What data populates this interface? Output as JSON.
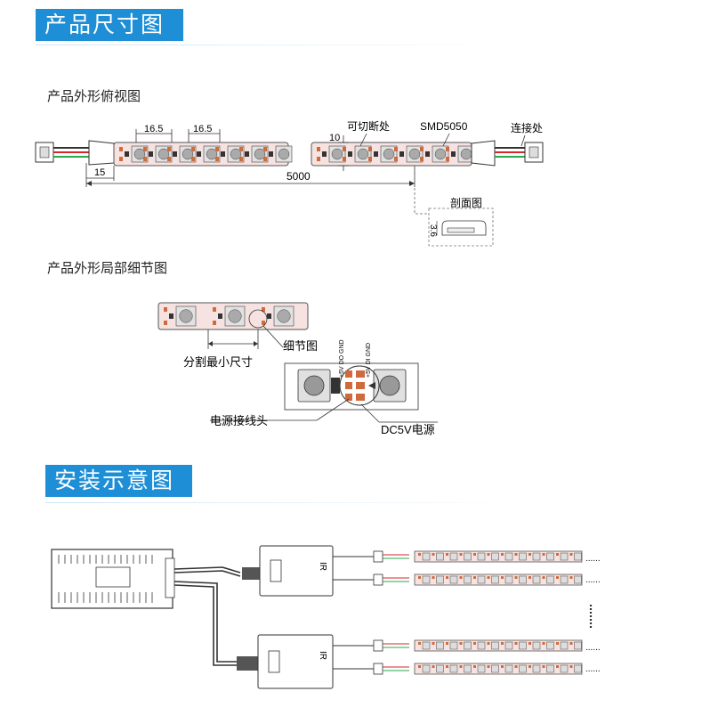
{
  "sections": {
    "dimensions": {
      "title": "产品尺寸图"
    },
    "installation": {
      "title": "安装示意图"
    }
  },
  "subheads": {
    "top_view": "产品外形俯视图",
    "detail_view": "产品外形局部细节图"
  },
  "top_view": {
    "dim_pitch_a": "16.5",
    "dim_pitch_b": "16.5",
    "dim_lead": "15",
    "dim_length": "5000",
    "dim_width": "10",
    "label_cut": "可切断处",
    "label_chip": "SMD5050",
    "label_connector": "连接处",
    "label_section": "剖面图",
    "dim_height": "3.6"
  },
  "detail_view": {
    "label_min_cut": "分割最小尺寸",
    "label_detail": "细节图",
    "label_power_head": "电源接线头",
    "label_dc": "DC5V电源",
    "pad_labels_left": [
      "+5V",
      "DO",
      "GND"
    ],
    "pad_labels_right": [
      "+5V",
      "DI",
      "GND"
    ]
  },
  "installation": {
    "controller_label": "IR",
    "continue_mark": "......"
  },
  "colors": {
    "banner": "#1e8fd6",
    "strip_fill": "#f6e3e1",
    "pad": "#d06a3c",
    "wire_red": "#d7262c",
    "wire_green": "#2aa84a"
  }
}
